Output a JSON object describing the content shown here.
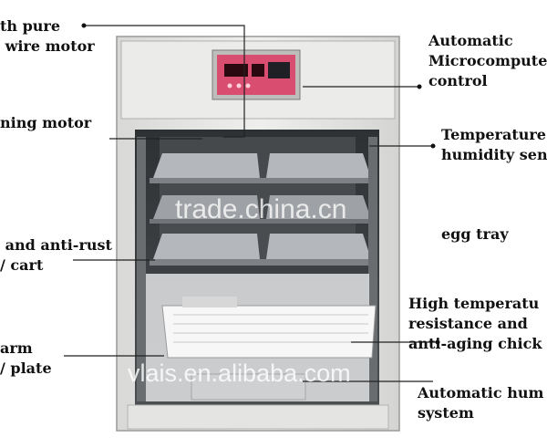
{
  "colors": {
    "cabinet": "#e6e6e4",
    "panel": "#d64a6e",
    "interior": "#3a3d40",
    "tray": "#b9bcc0",
    "basket": "#f4f4f4"
  },
  "labels": {
    "motor_wire": "th pure\n wire motor",
    "turning_motor": "ning motor",
    "microcomputer": "Automatic\nMicrocompute\ncontrol",
    "temp_humidity": "Temperature\nhumidity sen",
    "egg_tray": "egg tray",
    "anti_rust": " and anti-rust\n/ cart",
    "high_temp": "High temperatu\nresistance and\nanti-aging chick",
    "warm_plate": "arm\n/ plate",
    "humidity_system": "Automatic hum\nsystem"
  },
  "watermarks": {
    "center": "trade.china.cn",
    "bottom": "vlais.en.alibaba.com"
  }
}
